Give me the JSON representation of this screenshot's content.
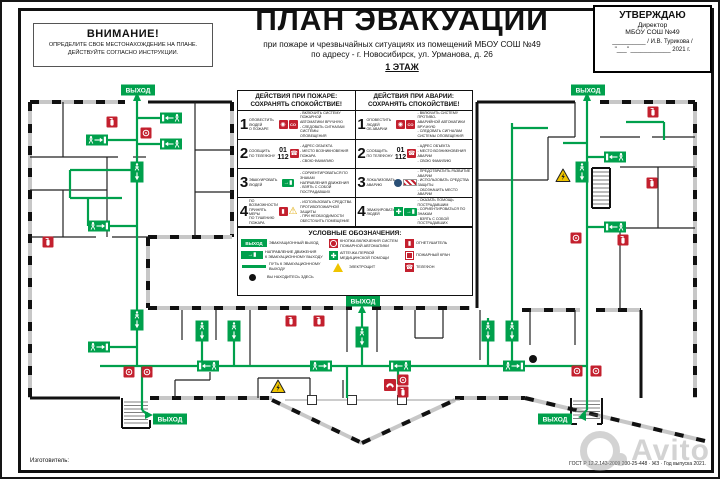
{
  "header": {
    "attention": {
      "title": "ВНИМАНИЕ!",
      "line1": "ОПРЕДЕЛИТЕ СВОЕ МЕСТОНАХОЖДЕНИЕ НА ПЛАНЕ.",
      "line2": "ДЕЙСТВУЙТЕ СОГЛАСНО ИНСТРУКЦИИ."
    },
    "title": "ПЛАН ЭВАКУАЦИИ",
    "subtitle1": "при пожаре и чрезвычайных ситуациях из помещений МБОУ СОШ №49",
    "subtitle2": "по адресу - г. Новосибирск, ул. Урманова, д. 26",
    "floor": "1 ЭТАЖ",
    "approval": {
      "approve": "УТВЕРЖДАЮ",
      "role": "Директор",
      "org": "МБОУ СОШ №49",
      "sign_line": "__________ / И.В. Турикова /",
      "date_line": "\"___\" ____________ 2021 г."
    }
  },
  "tables": {
    "fire": {
      "title": "ДЕЙСТВИЯ ПРИ ПОЖАРЕ:\nСОХРАНЯТЬ СПОКОЙСТВИЕ!",
      "rows": [
        {
          "num": "1",
          "action": "ОПОВЕСТИТЬ\nЛЮДЕЙ\nО ПОЖАРЕ",
          "details": "- ВКЛЮЧИТЬ СИСТЕМУ ПОЖАРНОЙ\nАВТОМАТИКИ ВРУЧНУЮ\n- СЛЕДОВАТЬ СИГНАЛАМ СИСТЕМЫ\nОПОВЕЩЕНИЯ"
        },
        {
          "num": "2",
          "action": "СООБЩИТЬ\nПО ТЕЛЕФОНУ",
          "details": "- АДРЕС ОБЪЕКТА\n- МЕСТО ВОЗНИКНОВЕНИЯ ПОЖАРА\n- СВОЮ ФАМИЛИЮ"
        },
        {
          "num": "3",
          "action": "ЭВАКУИРОВАТЬ\nЛЮДЕЙ",
          "details": "- СОРИЕНТИРОВАТЬСЯ ПО ЗНАКАМ\nНАПРАВЛЕНИЯ ДВИЖЕНИЯ\n- ВЗЯТЬ С СОБОЙ ПОСТРАДАВШИХ"
        },
        {
          "num": "4",
          "action": "ПО ВОЗМОЖНОСТИ\nПРИНЯТЬ МЕРЫ\nПО ТУШЕНИЮ ПОЖАРА",
          "details": "- ИСПОЛЬЗОВАТЬ СРЕДСТВА\nПРОТИВОПОЖАРНОЙ ЗАЩИТЫ\n- ПРИ НЕОБХОДИМОСТИ\nОБЕСТОЧИТЬ ПОМЕЩЕНИЕ"
        }
      ]
    },
    "emergency": {
      "title": "ДЕЙСТВИЯ ПРИ АВАРИИ:\nСОХРАНЯТЬ СПОКОЙСТВИЕ!",
      "rows": [
        {
          "num": "1",
          "action": "ОПОВЕСТИТЬ\nЛЮДЕЙ\nОБ АВАРИИ",
          "details": "- ВКЛЮЧИТЬ СИСТЕМУ ПРОТИВО-\nАВАРИЙНОЙ АВТОМАТИКИ ВРУЧНУЮ\n- СЛЕДОВАТЬ СИГНАЛАМ\nСИСТЕМЫ ОПОВЕЩЕНИЯ"
        },
        {
          "num": "2",
          "action": "СООБЩИТЬ\nПО ТЕЛЕФОНУ",
          "details": "- АДРЕС ОБЪЕКТА\n- МЕСТО ВОЗНИКНОВЕНИЯ АВАРИИ\n- СВОЮ ФАМИЛИЮ"
        },
        {
          "num": "3",
          "action": "ЛОКАЛИЗОВАТЬ\nАВАРИЮ",
          "details": "- ПРЕДОТВРАТИТЬ РАЗВИТИЕ АВАРИИ\n- ИСПОЛЬЗОВАТЬ СРЕДСТВА ЗАЩИТЫ\n- ОБОЗНАЧИТЬ МЕСТО АВАРИИ"
        },
        {
          "num": "4",
          "action": "ЭВАКУИРОВАТЬ\nЛЮДЕЙ",
          "details": "- ОКАЗАТЬ ПОМОЩЬ ПОСТРАДАВШИМ\n- СОРИЕНТИРОВАТЬСЯ ПО ЗНАКАМ\n- ВЗЯТЬ С СОБОЙ ПОСТРАДАВШИХ"
        }
      ]
    },
    "phones": {
      "n1": "01",
      "n2": "112"
    },
    "icon_labels": {
      "so": "СО"
    }
  },
  "legend": {
    "title": "УСЛОВНЫЕ ОБОЗНАЧЕНИЯ:",
    "col1": [
      "ЭВАКУАЦИОННЫЙ ВЫХОД",
      "НАПРАВЛЕНИЕ ДВИЖЕНИЯ\nК ЭВАКУАЦИОННОМУ ВЫХОДУ",
      "ПУТЬ К ЭВАКУАЦИОННОМУ ВЫХОДУ",
      "ВЫ НАХОДИТЕСЬ ЗДЕСЬ"
    ],
    "col2": [
      "КНОПКА ВКЛЮЧЕНИЯ СИСТЕМ\nПОЖАРНОЙ АВТОМАТИКИ",
      "АПТЕЧКА ПЕРВОЙ\nМЕДИЦИНСКОЙ ПОМОЩИ",
      "ЭЛЕКТРОЩИТ"
    ],
    "col3": [
      "ОГНЕТУШИТЕЛЬ",
      "ПОЖАРНЫЙ КРАН",
      "ТЕЛЕФОН"
    ]
  },
  "plan": {
    "exit_label": "ВЫХОД"
  },
  "footer": {
    "manufacturer": "Изготовитель:",
    "gost": "ГОСТ Р 12.2.143-2009  200-25-448 · ЖЗ · Год выпуска 2021."
  },
  "watermark": "Avito",
  "colors": {
    "green": "#00A04C",
    "red": "#C3202E",
    "yellow": "#EFC400"
  }
}
